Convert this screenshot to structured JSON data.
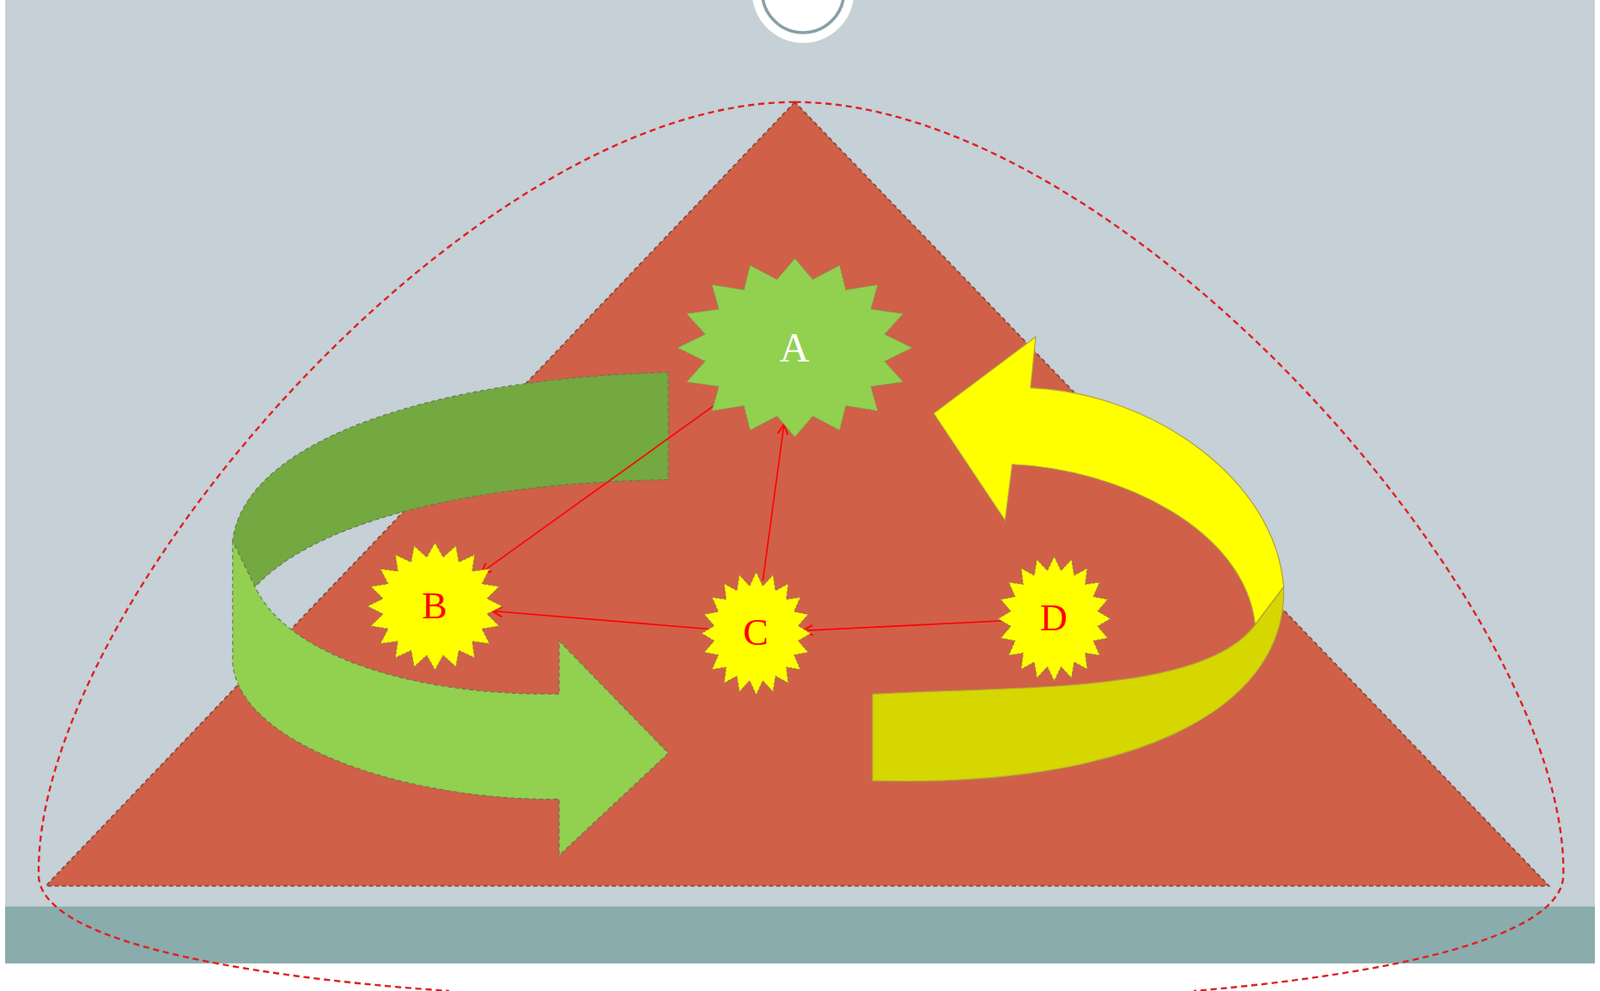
{
  "diagram": {
    "nodes": [
      {
        "text": [
          "A"
        ]
      },
      {
        "text": [
          "B"
        ]
      },
      {
        "text": [
          "C"
        ]
      },
      {
        "text": [
          "D"
        ]
      }
    ],
    "edges": [
      {
        "from": 0,
        "to": 1,
        "arrow": "to"
      },
      {
        "from": 2,
        "to": 0,
        "arrow": "to"
      },
      {
        "from": 2,
        "to": 1,
        "arrow": "to"
      },
      {
        "from": 3,
        "to": 2,
        "arrow": "to"
      }
    ]
  }
}
